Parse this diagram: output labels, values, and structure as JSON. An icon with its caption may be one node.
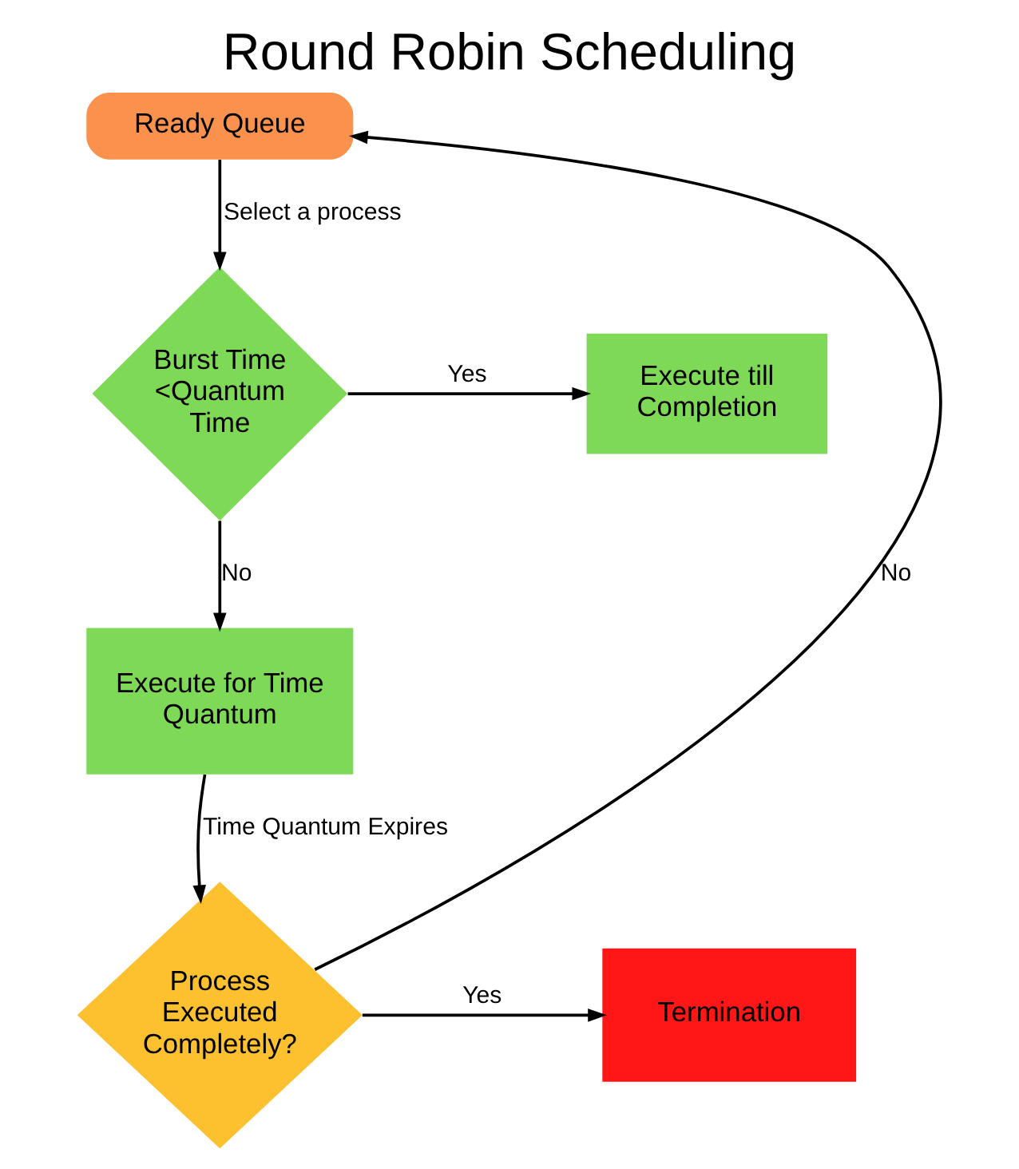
{
  "diagram": {
    "title": "Round Robin Scheduling",
    "nodes": [
      {
        "text": [
          "Ready Queue"
        ]
      },
      {
        "text": [
          "Burst Time <Quantum Time"
        ]
      },
      {
        "text": [
          "Execute till Completion"
        ]
      },
      {
        "text": [
          "Execute for Time Quantum"
        ]
      },
      {
        "text": [
          "Termination"
        ]
      },
      {
        "text": [
          "Process Executed Completely?"
        ]
      }
    ],
    "edges": [
      {
        "from": 0,
        "to": 1,
        "arrow": "to",
        "label": "Select a process"
      },
      {
        "from": 1,
        "to": 2,
        "arrow": "to",
        "label": "Yes"
      },
      {
        "from": 1,
        "to": 3,
        "arrow": "to",
        "label": "No"
      },
      {
        "from": 3,
        "to": 5,
        "arrow": "to",
        "label": "Time Quantum Expires"
      },
      {
        "from": 5,
        "to": 4,
        "arrow": "to",
        "label": "Yes"
      },
      {
        "from": 5,
        "to": 0,
        "arrow": "to",
        "label": "No"
      }
    ]
  }
}
